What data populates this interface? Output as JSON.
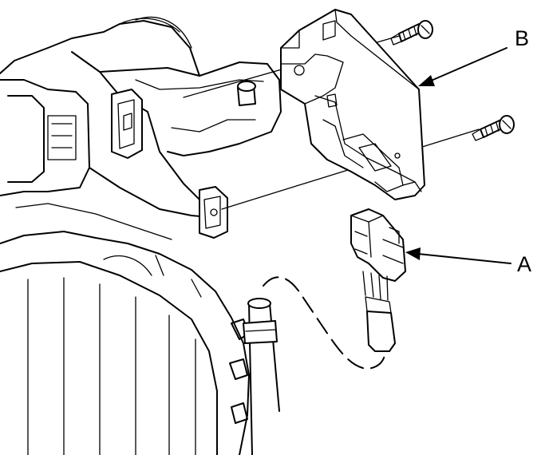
{
  "callouts": {
    "b": {
      "label": "B",
      "target": "control-module"
    },
    "a": {
      "label": "A",
      "target": "harness-connector"
    }
  },
  "colors": {
    "ink": "#000000",
    "background": "#ffffff"
  }
}
